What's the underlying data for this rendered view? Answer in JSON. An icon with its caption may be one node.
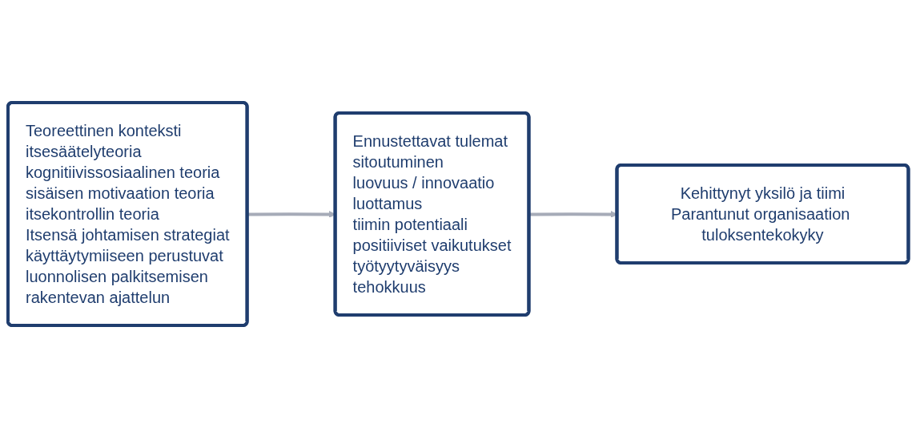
{
  "diagram": {
    "nodes": [
      {
        "text": [
          "Teoreettinen konteksti",
          "itsesäätelyteoria",
          "kognitiivissosiaalinen teoria",
          "sisäisen motivaation teoria",
          "itsekontrollin teoria",
          "Itsensä johtamisen strategiat",
          "käyttäytymiiseen perustuvat",
          "luonnolisen palkitsemisen",
          "rakentevan ajattelun"
        ]
      },
      {
        "text": [
          "Ennustettavat tulemat",
          "sitoutuminen",
          "luovuus / innovaatio",
          "luottamus",
          "tiimin potentiaali",
          "positiiviset vaikutukset",
          "työtyytyväisyys",
          "tehokkuus"
        ]
      },
      {
        "text": [
          "Kehittynyt yksilö ja tiimi",
          "Parantunut organisaation tuloksentekokyky"
        ]
      }
    ],
    "edges": [
      {
        "from": 0,
        "to": 1,
        "arrow": "to"
      },
      {
        "from": 1,
        "to": 2,
        "arrow": "to"
      }
    ]
  }
}
